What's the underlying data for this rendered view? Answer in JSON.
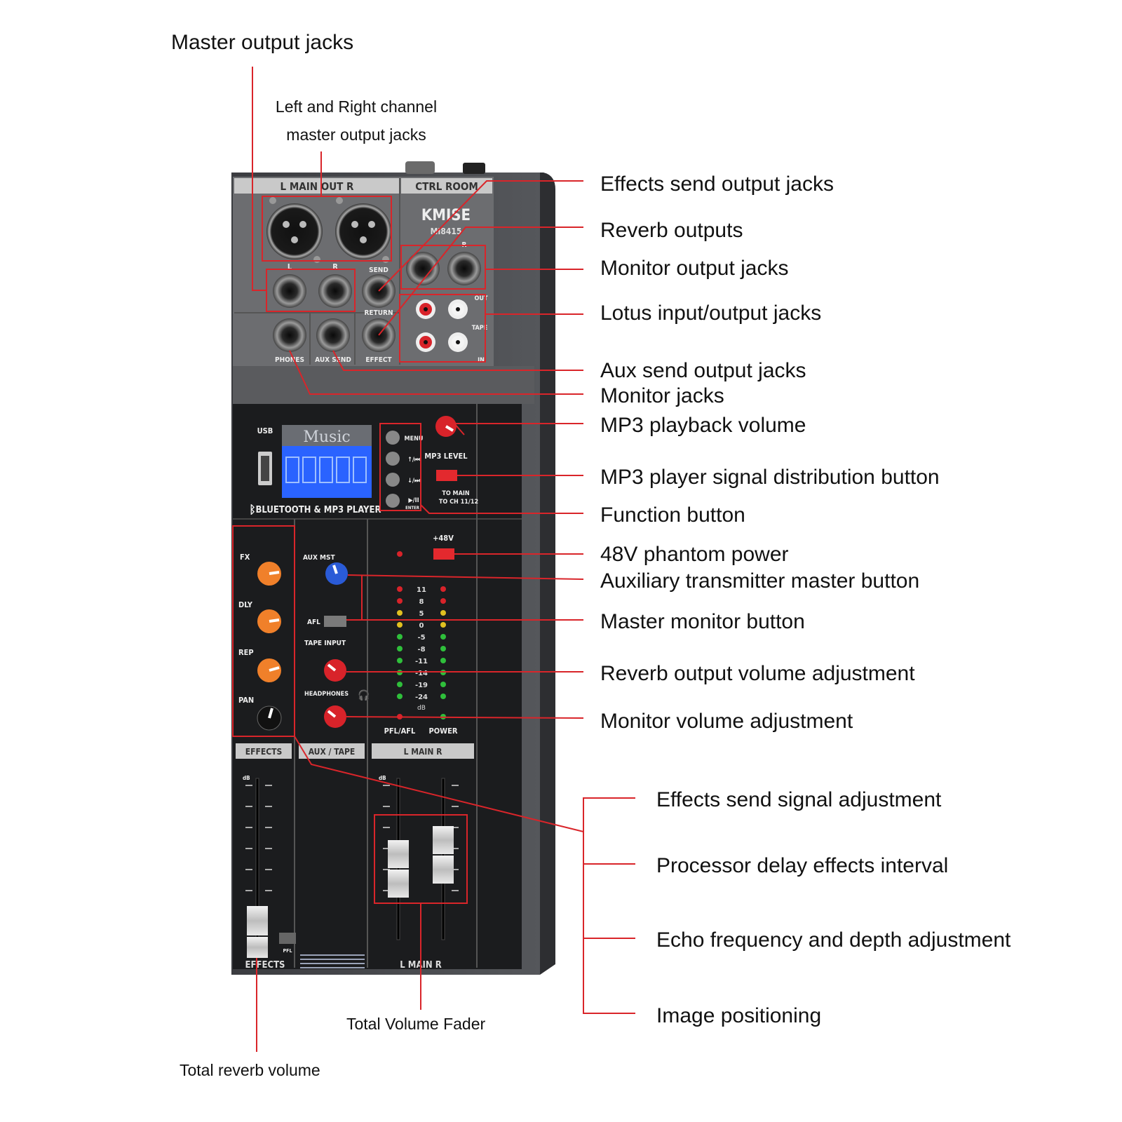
{
  "callouts": {
    "master_output_jacks": "Master output jacks",
    "lr_master_output_line1": "Left and Right channel",
    "lr_master_output_line2": "master output jacks",
    "effects_send_output_jacks": "Effects send output jacks",
    "reverb_outputs": "Reverb outputs",
    "monitor_output_jacks": "Monitor output jacks",
    "lotus_io_jacks": "Lotus input/output jacks",
    "aux_send_output_jacks": "Aux send output jacks",
    "monitor_jacks": "Monitor jacks",
    "mp3_playback_volume": "MP3 playback volume",
    "mp3_signal_distribution": "MP3 player signal distribution button",
    "function_button": "Function button",
    "phantom_power": "48V phantom power",
    "aux_master_button": "Auxiliary transmitter master button",
    "master_monitor_button": "Master monitor button",
    "reverb_output_volume": "Reverb output volume adjustment",
    "monitor_volume": "Monitor volume adjustment",
    "effects_send_signal": "Effects send signal adjustment",
    "processor_delay": "Processor delay effects interval",
    "echo_freq_depth": "Echo frequency and depth adjustment",
    "image_positioning": "Image positioning",
    "total_volume_fader": "Total Volume Fader",
    "total_reverb_volume": "Total reverb volume"
  },
  "device": {
    "brand": "KMISE",
    "model": "MI8415",
    "main_out_header": "L MAIN OUT R",
    "ctrl_room_header": "CTRL ROOM",
    "jack_l": "L",
    "jack_r": "R",
    "send": "SEND",
    "return": "RETURN",
    "out": "OUT",
    "tape": "TAPE",
    "in": "IN",
    "phones": "PHONES",
    "aux_send": "AUX SEND",
    "effect": "EFFECT",
    "usb": "USB",
    "lcd_title": "Music",
    "bt_mp3": "BLUETOOTH & MP3 PLAYER",
    "menu": "MENU",
    "enter": "ENTER",
    "mp3_level": "MP3 LEVEL",
    "to_main": "TO MAIN",
    "to_ch": "TO CH 11/12",
    "phantom": "+48V",
    "fx": "FX",
    "dly": "DLY",
    "rep": "REP",
    "pan": "PAN",
    "aux_mst": "AUX MST",
    "afl": "AFL",
    "tape_input": "TAPE INPUT",
    "headphones": "HEADPHONES",
    "pfl_afl": "PFL/AFL",
    "power": "POWER",
    "effects_strip": "EFFECTS",
    "aux_tape_strip": "AUX / TAPE",
    "main_strip": "L  MAIN  R",
    "effects_fader_label": "EFFECTS",
    "main_fader_label": "L  MAIN  R",
    "pfl": "PFL",
    "db": "dB",
    "meter_scale": [
      "11",
      "8",
      "5",
      "0",
      "-5",
      "-8",
      "-11",
      "-14",
      "-19",
      "-24"
    ]
  },
  "colors": {
    "callout_line": "#d9252a",
    "panel_dark": "#1b1c1e",
    "panel_grey": "#6f7073",
    "knob_orange": "#f0802a",
    "knob_red": "#d8232a",
    "knob_blue": "#2a5bd7",
    "lcd_blue": "#2a63ff"
  }
}
